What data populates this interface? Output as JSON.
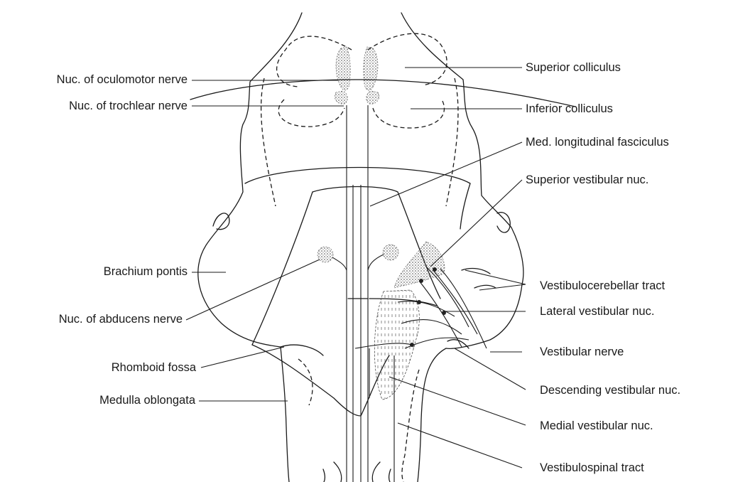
{
  "labels_left": {
    "oculomotor": "Nuc. of oculomotor nerve",
    "trochlear": "Nuc. of trochlear nerve",
    "brachium": "Brachium pontis",
    "abducens": "Nuc. of abducens nerve",
    "rhomboid": "Rhomboid fossa",
    "medulla": "Medulla oblongata"
  },
  "labels_right": {
    "sup_colliculus": "Superior colliculus",
    "inf_colliculus": "Inferior colliculus",
    "mlf": "Med. longitudinal fasciculus",
    "sup_vest": "Superior vestibular nuc.",
    "vest_cereb": "Vestibulocerebellar tract",
    "lat_vest": "Lateral vestibular nuc.",
    "vest_nerve": "Vestibular nerve",
    "desc_vest": "Descending vestibular nuc.",
    "med_vest": "Medial vestibular nuc.",
    "vest_spinal": "Vestibulospinal tract"
  }
}
